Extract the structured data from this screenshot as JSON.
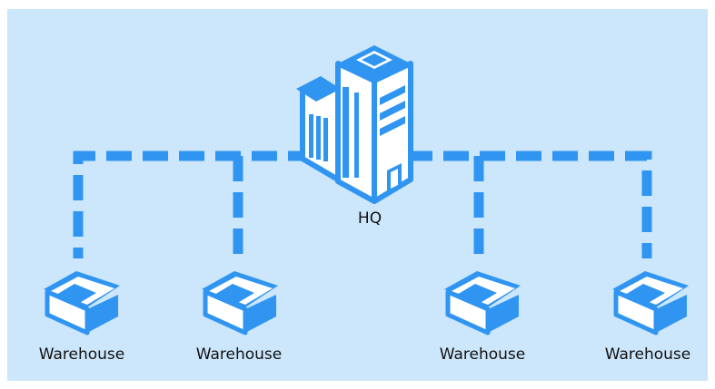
{
  "diagram": {
    "hq": {
      "label": "HQ",
      "icon": "office-building-icon"
    },
    "warehouses": [
      {
        "label": "Warehouse",
        "icon": "warehouse-house-icon"
      },
      {
        "label": "Warehouse",
        "icon": "warehouse-house-icon"
      },
      {
        "label": "Warehouse",
        "icon": "warehouse-house-icon"
      },
      {
        "label": "Warehouse",
        "icon": "warehouse-house-icon"
      }
    ],
    "colors": {
      "background": "#cce6fb",
      "primary": "#2f95f1",
      "connector": "#2f95f1",
      "icon_fill": "#ffffff",
      "text": "#111111"
    }
  }
}
